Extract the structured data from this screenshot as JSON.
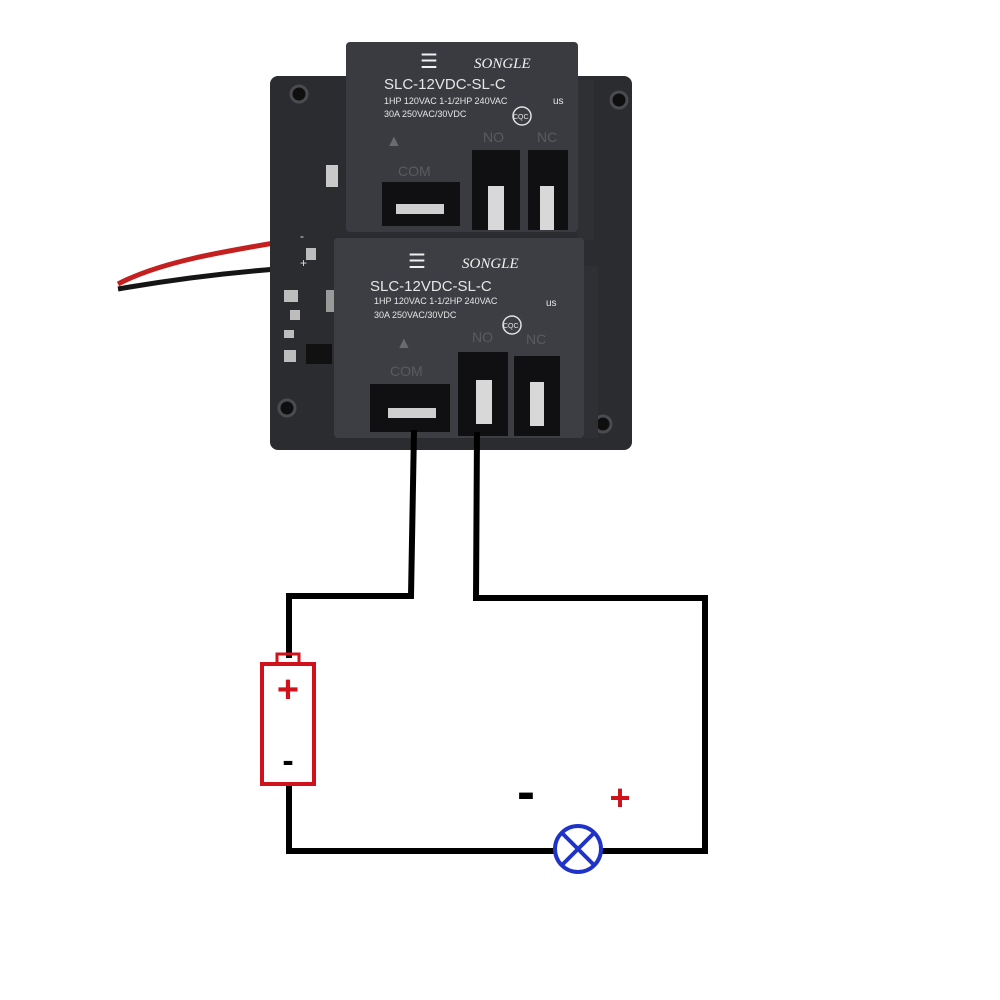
{
  "relays": [
    {
      "brand": "SONGLE",
      "model": "SLC-12VDC-SL-C",
      "rating_line1": "1HP 120VAC 1-1/2HP 240VAC",
      "rating_line2": "30A  250VAC/30VDC",
      "ul_mark": "us",
      "cqc_mark": "CQC",
      "terminal_com": "COM",
      "terminal_no": "NO",
      "terminal_nc": "NC"
    },
    {
      "brand": "SONGLE",
      "model": "SLC-12VDC-SL-C",
      "rating_line1": "1HP 120VAC 1-1/2HP 240VAC",
      "rating_line2": "30A  250VAC/30VDC",
      "ul_mark": "us",
      "cqc_mark": "CQC",
      "terminal_com": "COM",
      "terminal_no": "NO",
      "terminal_nc": "NC"
    }
  ],
  "board_labels": {
    "minus": "-",
    "plus": "+"
  },
  "battery": {
    "plus_symbol": "+",
    "minus_symbol": "-"
  },
  "lamp": {
    "minus_symbol": "-",
    "plus_symbol": "+"
  },
  "colors": {
    "board": "#2b2c30",
    "relay_body": "#3a3b40",
    "wire": "#000000",
    "battery": "#d0121b",
    "lamp": "#1f33c8"
  }
}
